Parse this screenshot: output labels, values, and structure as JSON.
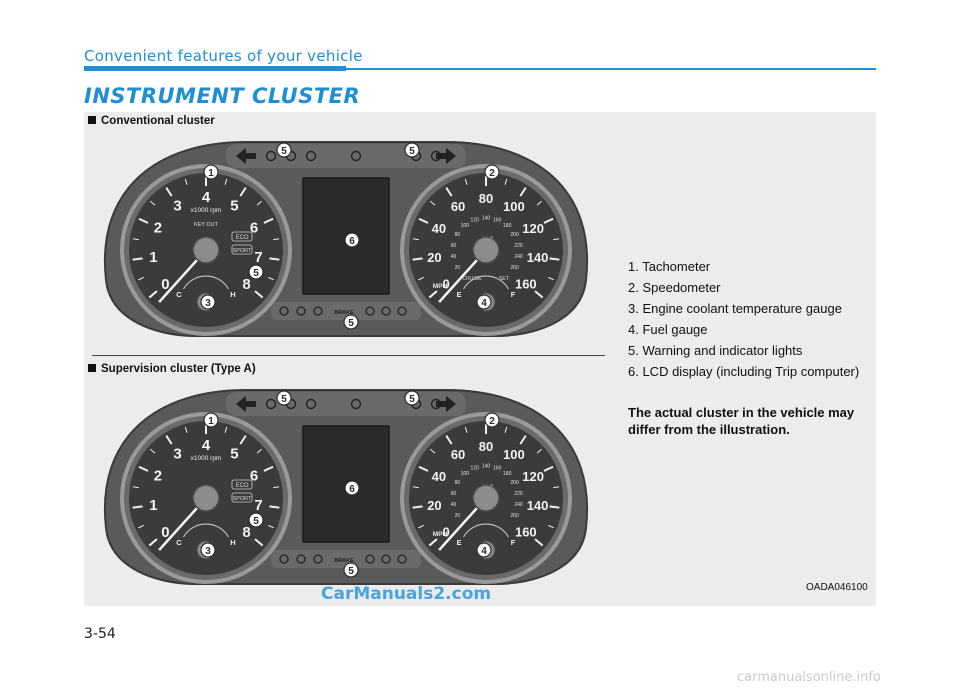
{
  "header": {
    "title": "Convenient features of your vehicle"
  },
  "section": {
    "title": "INSTRUMENT CLUSTER"
  },
  "captions": {
    "conventional": "Conventional cluster",
    "supervision": "Supervision cluster (Type A)"
  },
  "legend": [
    "1. Tachometer",
    "2. Speedometer",
    "3. Engine coolant temperature gauge",
    "4. Fuel gauge",
    "5. Warning and indicator lights",
    "6. LCD display (including Trip computer)"
  ],
  "note": "The actual cluster in the vehicle may differ from the illustration.",
  "image_code": "OADA046100",
  "watermark": "CarManuals2.com",
  "page_number": "3-54",
  "footer_site": "carmanualsonline.info",
  "tachometer": {
    "numbers": [
      "0",
      "1",
      "2",
      "3",
      "4",
      "5",
      "6",
      "7",
      "8"
    ],
    "unit": "x1000 rpm",
    "key_out": "KEY OUT",
    "eco": "ECO",
    "sport": "SPORT",
    "temp_low": "C",
    "temp_high": "H"
  },
  "speedometer": {
    "mph": [
      "0",
      "20",
      "40",
      "60",
      "80",
      "100",
      "120",
      "140",
      "160"
    ],
    "kmh": [
      "20",
      "40",
      "60",
      "80",
      "100",
      "120",
      "140",
      "160",
      "180",
      "200",
      "220",
      "240",
      "260"
    ],
    "unit_mph": "MPH",
    "unit_kmh": "km/h",
    "cruise": "CRUISE",
    "set": "SET",
    "fuel_empty": "E",
    "fuel_full": "F"
  },
  "callouts": [
    "1",
    "2",
    "3",
    "4",
    "5",
    "6"
  ],
  "brake_label": "BRAKE",
  "colors": {
    "accent": "#1e8fd4",
    "cluster": "#5a5a5a",
    "dial": "#3b3b3b",
    "callout": "#2b2b2b"
  }
}
